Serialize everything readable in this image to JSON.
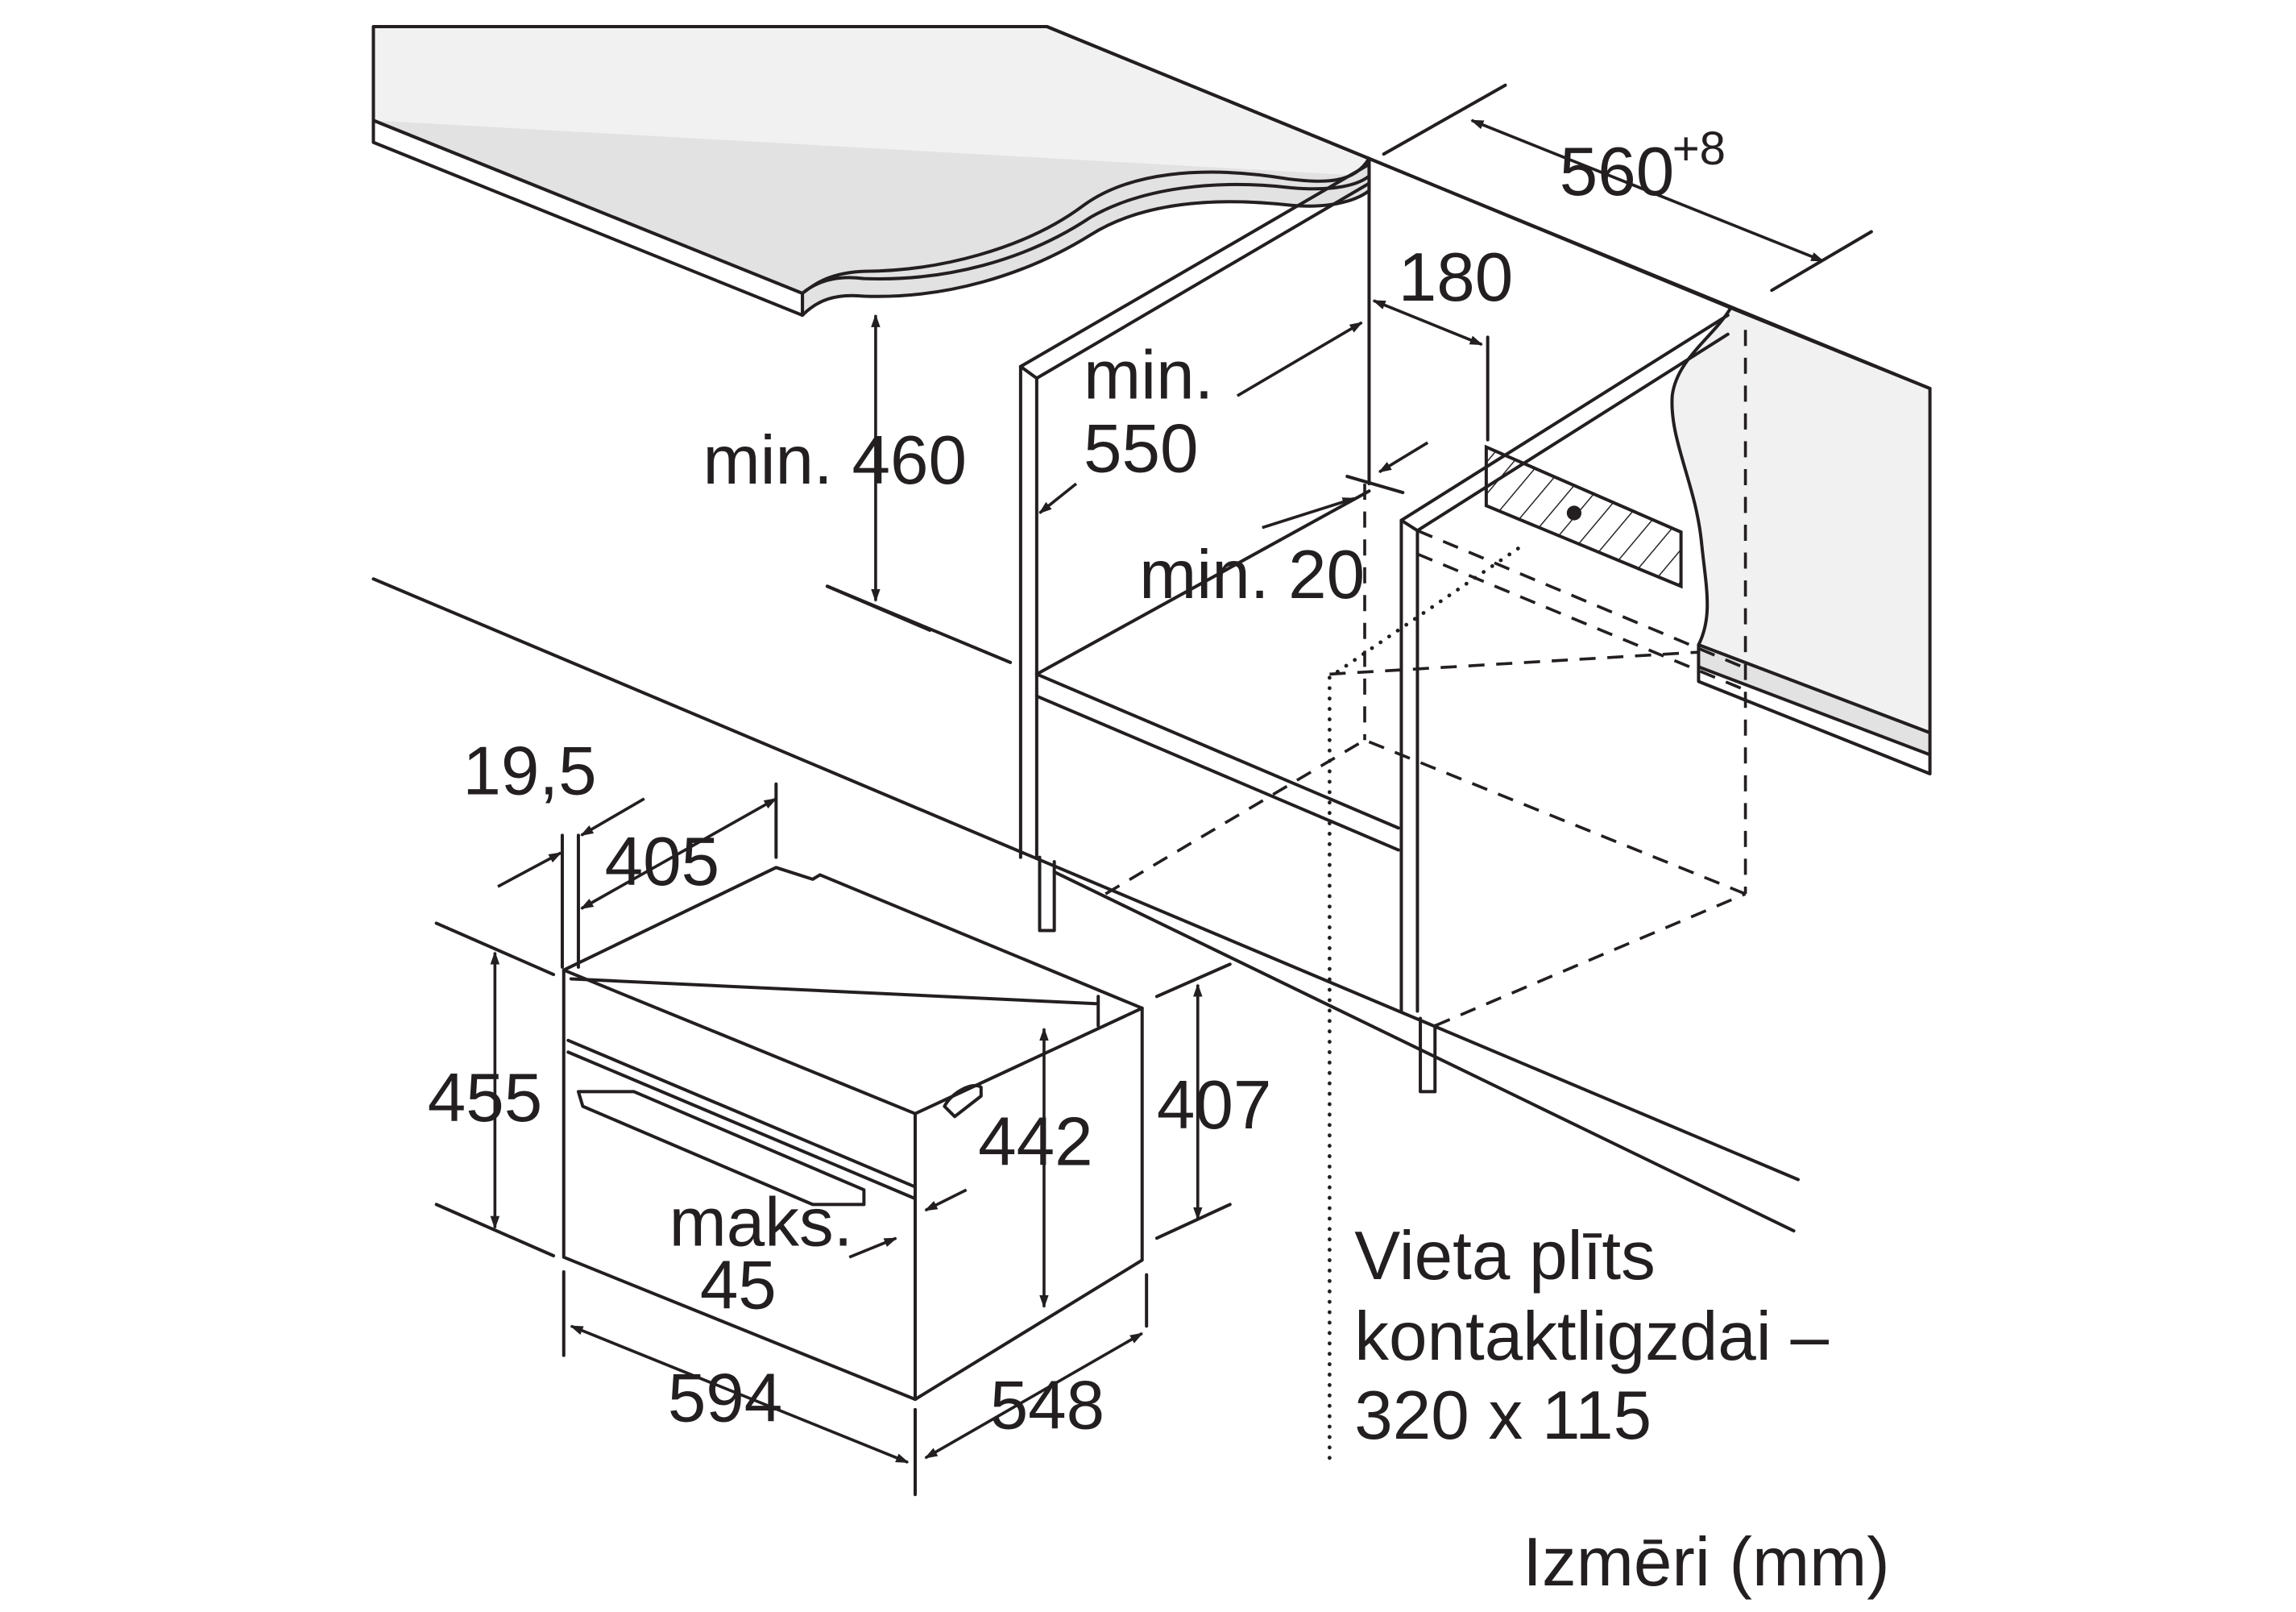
{
  "labels": {
    "min_460": "min. 460",
    "min_550_line1": "min.",
    "min_550_line2": "550",
    "dim_180": "180",
    "dim_560": "560",
    "dim_560_tolerance": "+8",
    "min_20": "min. 20",
    "dim_19_5": "19,5",
    "dim_405": "405",
    "dim_455": "455",
    "dim_407": "407",
    "dim_442": "442",
    "maks_line1": "maks.",
    "maks_line2": "45",
    "dim_594": "594",
    "dim_548": "548",
    "socket_note_line1": "Vieta plīts",
    "socket_note_line2": "kontaktligzdai –",
    "socket_note_line3": "320 x 115",
    "units": "Izmēri (mm)"
  }
}
